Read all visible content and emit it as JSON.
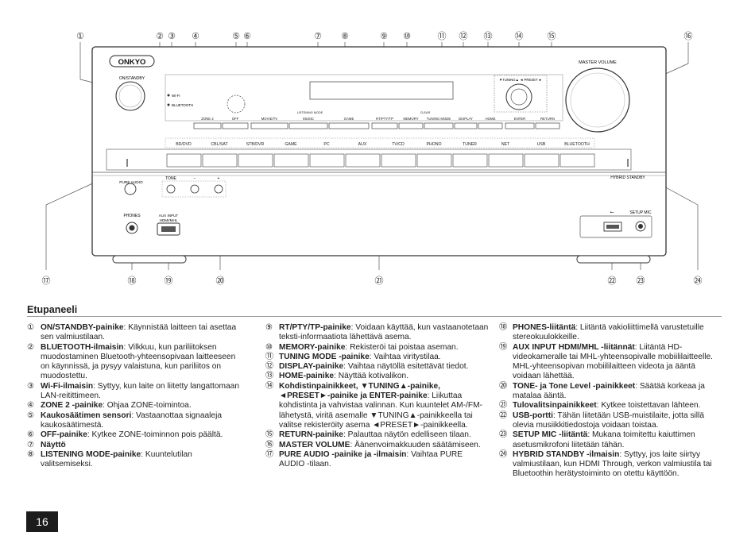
{
  "diagram": {
    "top_callouts": [
      "①",
      "②",
      "③",
      "④",
      "⑤",
      "⑥",
      "⑦",
      "⑧",
      "⑨",
      "⑩",
      "⑪",
      "⑫",
      "⑬",
      "⑭",
      "⑮",
      "⑯"
    ],
    "bottom_callouts": [
      "⑰",
      "⑱",
      "⑲",
      "⑳",
      "㉑",
      "㉒",
      "㉓",
      "㉔"
    ],
    "brand": "ONKYO",
    "on_standby": "ON/STANDBY",
    "wifi": "Wi-Fi",
    "bluetooth_led": "BLUETOOTH",
    "master_volume": "MASTER VOLUME",
    "tuning_preset": "▼TUNING▲  ◄ PRESET ►",
    "listening_mode": "LISTENING MODE",
    "clear": "CLEAR",
    "btn_zone2": "ZONE 2",
    "btn_off": "OFF",
    "btn_movie": "MOVIE/TV",
    "btn_music": "MUSIC",
    "btn_game": "GAME",
    "btn_rt": "RT/PTY/TP",
    "btn_memory": "MEMORY",
    "btn_tuning_mode": "TUNING MODE",
    "btn_display": "DISPLAY",
    "btn_home": "HOME",
    "btn_enter": "ENTER",
    "btn_return": "RETURN",
    "inputs": [
      "BD/DVD",
      "CBL/SAT",
      "STB/DVR",
      "GAME",
      "PC",
      "AUX",
      "TV/CD",
      "PHONO",
      "TUNER",
      "NET",
      "USB",
      "BLUETOOTH"
    ],
    "hybrid_standby": "HYBRID STANDBY",
    "pure_audio": "PURE AUDIO",
    "tone": "TONE",
    "tone_minus": "−",
    "tone_plus": "+",
    "phones": "PHONES",
    "aux_input": "AUX INPUT",
    "hdmi_mhl": "HDMI/MHL",
    "usb_symbol": "⭠",
    "setup_mic": "SETUP MIC"
  },
  "section_title": "Etupaneeli",
  "columns": [
    [
      {
        "num": "①",
        "label": "ON/STANDBY-painike",
        "text": ": Käynnistää laitteen tai asettaa sen valmiustilaan."
      },
      {
        "num": "②",
        "label": "BLUETOOTH-ilmaisin",
        "text": ": Vilkkuu, kun pariliitoksen muodostaminen Bluetooth-yhteensopivaan laitteeseen on käynnissä, ja pysyy valaistuna, kun pariliitos on muodostettu."
      },
      {
        "num": "③",
        "label": "Wi-Fi-ilmaisin",
        "text": ": Syttyy, kun laite on liitetty langattomaan LAN-reitittimeen."
      },
      {
        "num": "④",
        "label": "ZONE 2 -painike",
        "text": ": Ohjaa ZONE-toimintoa."
      },
      {
        "num": "⑤",
        "label": "Kaukosäätimen sensori",
        "text": ": Vastaanottaa signaaleja kaukosäätimestä."
      },
      {
        "num": "⑥",
        "label": "OFF-painike",
        "text": ": Kytkee ZONE-toiminnon pois päältä."
      },
      {
        "num": "⑦",
        "label": "Näyttö",
        "text": ""
      },
      {
        "num": "⑧",
        "label": "LISTENING MODE-painike",
        "text": ": Kuuntelutilan valitsemiseksi."
      }
    ],
    [
      {
        "num": "⑨",
        "label": "RT/PTY/TP-painike",
        "text": ": Voidaan käyttää, kun vastaanotetaan teksti-informaatiota lähettävä asema."
      },
      {
        "num": "⑩",
        "label": "MEMORY-painike",
        "text": ": Rekisteröi tai poistaa aseman."
      },
      {
        "num": "⑪",
        "label": "TUNING MODE -painike",
        "text": ": Vaihtaa viritystilaa."
      },
      {
        "num": "⑫",
        "label": "DISPLAY-painike",
        "text": ": Vaihtaa näytöllä esitettävät tiedot."
      },
      {
        "num": "⑬",
        "label": "HOME-painike",
        "text": ": Näyttää kotivalikon."
      },
      {
        "num": "⑭",
        "label": "Kohdistinpainikkeet, ▼TUNING▲-painike, ◄PRESET►-painike ja ENTER-painike",
        "text": ": Liikuttaa kohdistinta ja vahvistaa valinnan. Kun kuuntelet AM-/FM-lähetystä, viritä asemalle ▼TUNING▲-painikkeella tai valitse rekisteröity asema ◄PRESET►-painikkeella."
      },
      {
        "num": "⑮",
        "label": "RETURN-painike",
        "text": ": Palauttaa näytön edelliseen tilaan."
      },
      {
        "num": "⑯",
        "label": "MASTER VOLUME",
        "text": ": Äänenvoimakkuuden säätämiseen."
      },
      {
        "num": "⑰",
        "label": "PURE AUDIO -painike ja -ilmaisin",
        "text": ": Vaihtaa PURE AUDIO -tilaan."
      }
    ],
    [
      {
        "num": "⑱",
        "label": "PHONES-liitäntä",
        "text": ": Liitäntä vakioliittimellä varustetuille stereokuulokkeille."
      },
      {
        "num": "⑲",
        "label": "AUX INPUT HDMI/MHL -liitännät",
        "text": ": Liitäntä HD-videokameralle tai MHL-yhteensopivalle mobiililaitteelle. MHL-yhteensopivan mobiililaitteen videota ja ääntä voidaan lähettää."
      },
      {
        "num": "⑳",
        "label": "TONE- ja Tone Level -painikkeet",
        "text": ": Säätää korkeaa ja matalaa ääntä."
      },
      {
        "num": "㉑",
        "label": "Tulovalitsinpainikkeet",
        "text": ": Kytkee toistettavan lähteen."
      },
      {
        "num": "㉒",
        "label": "USB-portti",
        "text": ": Tähän liitetään USB-muistilaite, jotta sillä olevia musiikkitiedostoja voidaan toistaa."
      },
      {
        "num": "㉓",
        "label": "SETUP MIC -liitäntä",
        "text": ": Mukana toimitettu kaiuttimen asetusmikrofoni liitetään tähän."
      },
      {
        "num": "㉔",
        "label": "HYBRID STANDBY -ilmaisin",
        "text": ": Syttyy, jos laite siirtyy valmiustilaan, kun HDMI Through, verkon valmiustila tai Bluetoothin herätystoiminto on otettu käyttöön."
      }
    ]
  ],
  "page_number": "16"
}
